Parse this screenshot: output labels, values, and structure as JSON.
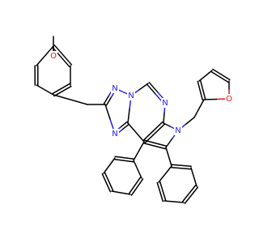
{
  "colors": {
    "background": "#ffffff",
    "carbon_bond": "#000000",
    "nitrogen": "#1f1fe6",
    "oxygen": "#e61a1a"
  },
  "atoms": {
    "oxygen_methoxy": "O",
    "oxygen_furan": "O",
    "nitrogen_triazole_top": "N",
    "nitrogen_triazole_left": "N",
    "nitrogen_bridgehead": "N",
    "nitrogen_pyrimidine": "N",
    "nitrogen_pyrrole": "N"
  }
}
